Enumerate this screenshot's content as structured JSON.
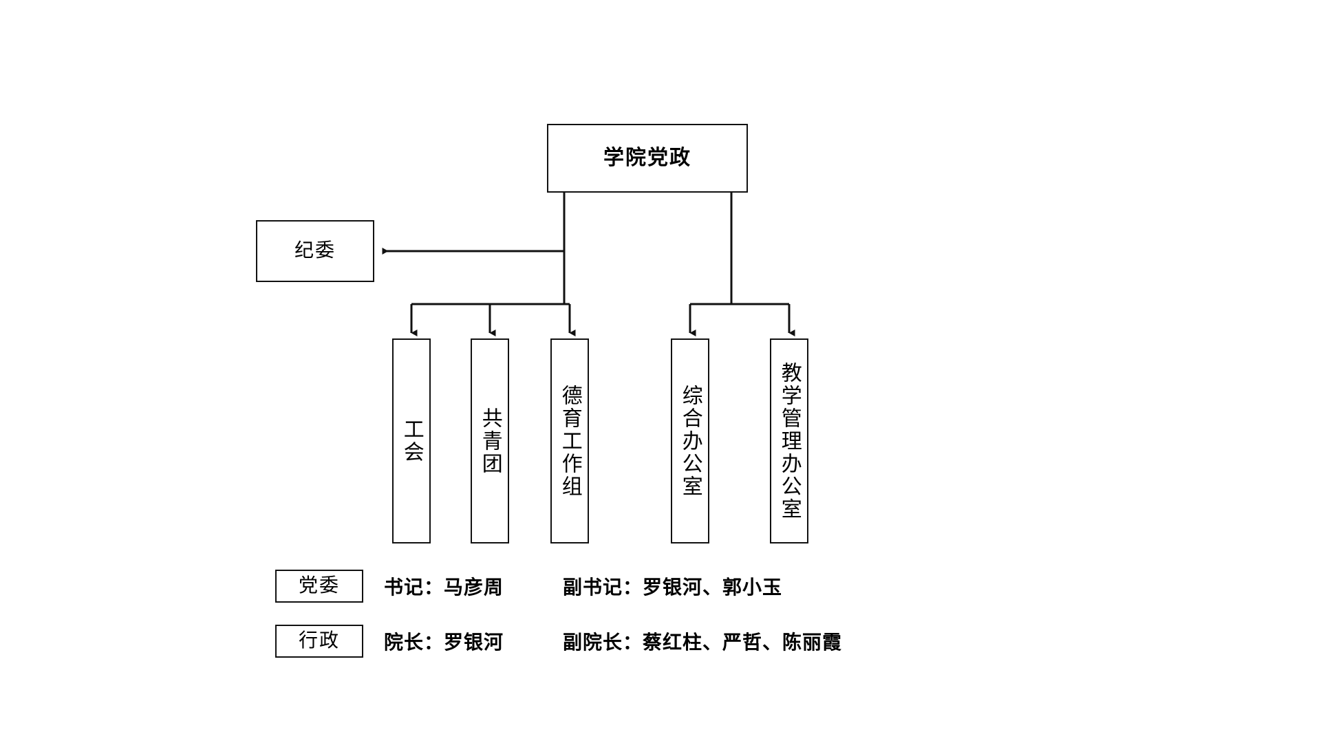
{
  "diagram": {
    "type": "organizational-chart",
    "root": {
      "label": "学院党政"
    },
    "side_node": {
      "label": "纪委",
      "edge": "arrow-left-from-root-stem"
    },
    "departments": [
      {
        "label": "工会",
        "group": "party"
      },
      {
        "label": "共青团",
        "group": "party"
      },
      {
        "label": "德育工作组",
        "group": "party"
      },
      {
        "label": "综合办公室",
        "group": "admin"
      },
      {
        "label": "教学管理办公室",
        "group": "admin"
      }
    ],
    "legend": [
      {
        "tag": "党委",
        "primary": "书记：马彦周",
        "secondary": "副书记：罗银河、郭小玉"
      },
      {
        "tag": "行政",
        "primary": "院长：罗银河",
        "secondary": "副院长：蔡红柱、严哲、陈丽霞"
      }
    ],
    "colors": {
      "line": "#111111",
      "background": "#ffffff",
      "text": "#000000"
    }
  }
}
